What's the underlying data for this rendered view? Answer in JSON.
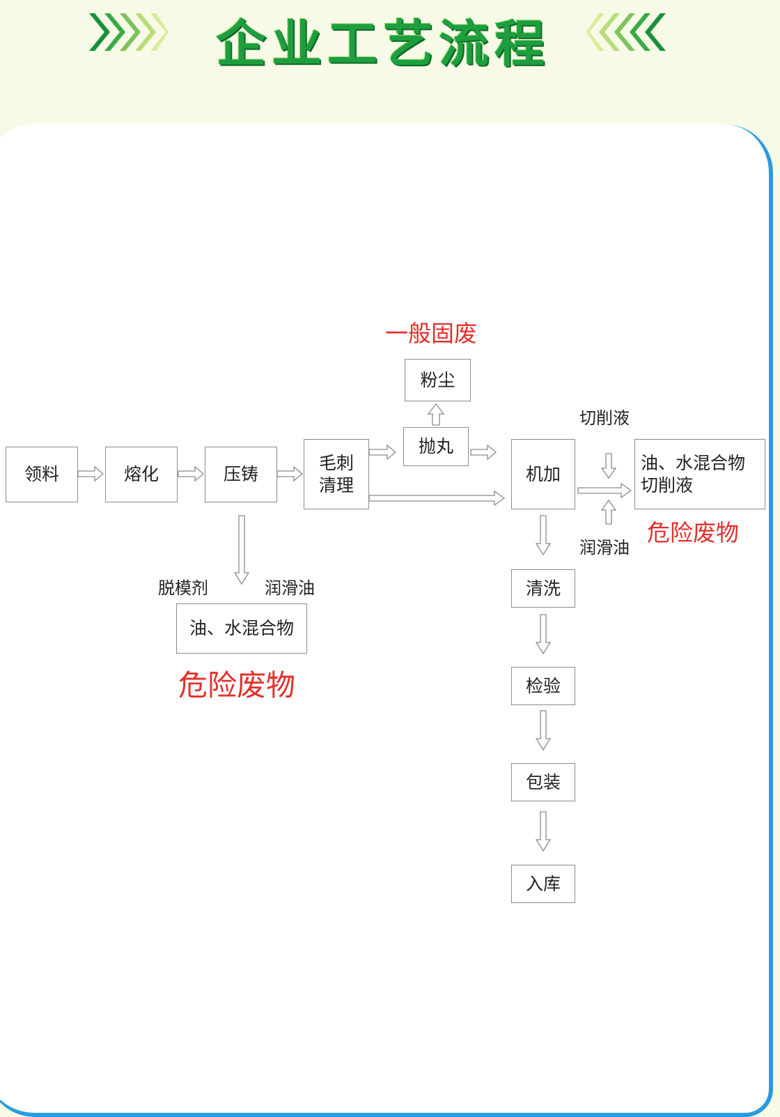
{
  "header": {
    "title": "企业工艺流程"
  },
  "nodes": {
    "lingliao": "领料",
    "ronghua": "熔化",
    "yazhu": "压铸",
    "maoci_1": "毛刺",
    "maoci_2": "清理",
    "paowan": "抛丸",
    "fenchen": "粉尘",
    "jijia": "机加",
    "waste_mix_1": "油、水混合物",
    "waste_mix_2": "切削液",
    "qingxi": "清洗",
    "jianyan": "检验",
    "baozhuang": "包装",
    "ruku": "入库",
    "die_mix": "油、水混合物"
  },
  "labels": {
    "qiexueye": "切削液",
    "runhuayou_right": "润滑油",
    "tuomoji": "脱模剂",
    "runhuayou_left": "润滑油"
  },
  "categories": {
    "general_solid": "一般固废",
    "hazardous_right": "危险废物",
    "hazardous_left": "危险废物"
  },
  "colors": {
    "title_green": "#1e9e3e",
    "hazard_red": "#e0312d",
    "panel_border_blue": "#2a9be0"
  }
}
